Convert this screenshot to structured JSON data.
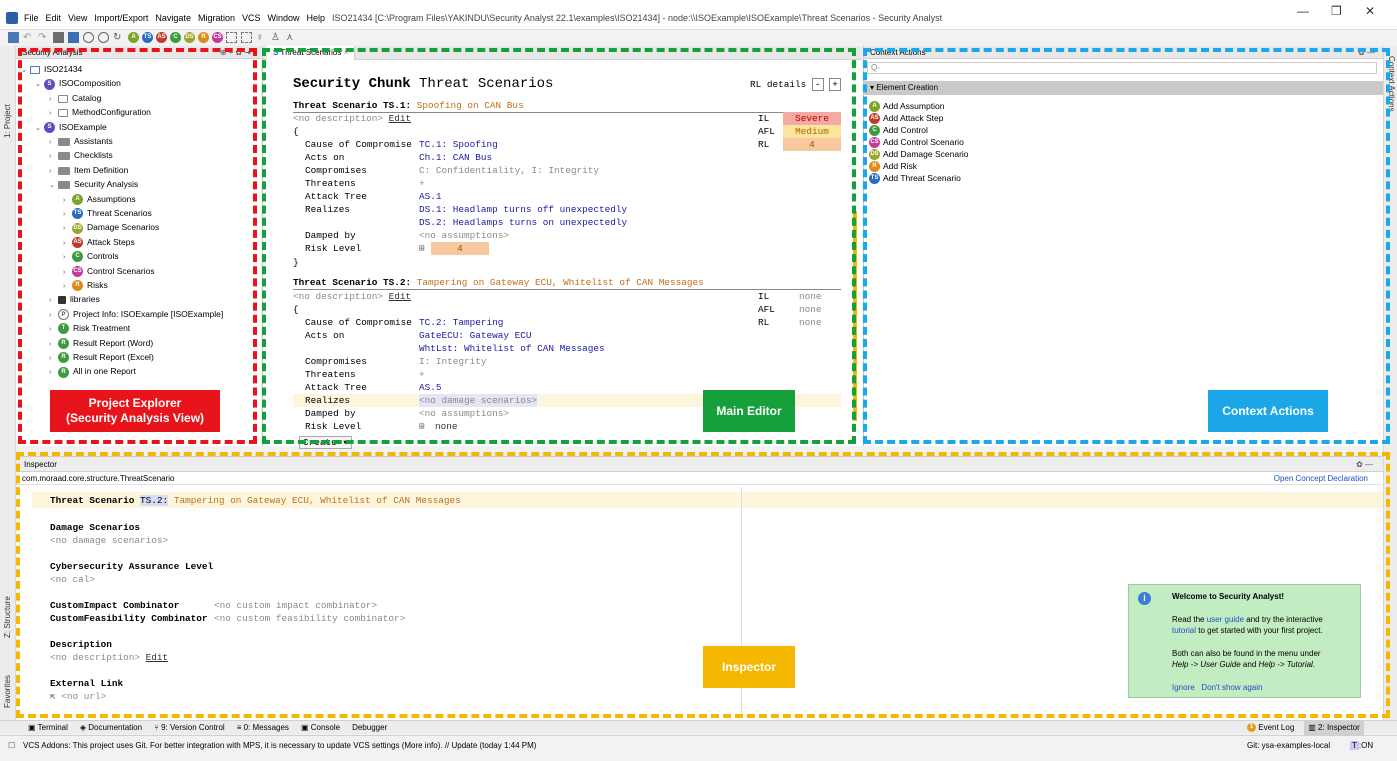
{
  "window": {
    "title": "ISO21434 [C:\\Program Files\\YAKINDU\\Security Analyst 22.1\\examples\\ISO21434] - node:\\\\ISOExample\\ISOExample\\Threat Scenarios - Security Analyst",
    "menu": [
      "File",
      "Edit",
      "View",
      "Import/Export",
      "Navigate",
      "Migration",
      "VCS",
      "Window",
      "Help"
    ],
    "controls": [
      "—",
      "❐",
      "✕"
    ]
  },
  "side_tabs": {
    "project": "1: Project",
    "structure": "Z: Structure",
    "favorites": "Favorites",
    "context_actions": "Context Actions"
  },
  "project_explorer": {
    "header": "Security Analysis",
    "tree": [
      {
        "label": "ISO21434",
        "indent": 0,
        "arrow": "v",
        "icon": "proj"
      },
      {
        "label": "ISOComposition",
        "indent": 1,
        "arrow": "v",
        "icon": "S"
      },
      {
        "label": "Catalog",
        "indent": 2,
        "arrow": ">",
        "icon": "M"
      },
      {
        "label": "MethodConfiguration",
        "indent": 2,
        "arrow": ">",
        "icon": "M"
      },
      {
        "label": "ISOExample",
        "indent": 1,
        "arrow": "v",
        "icon": "S"
      },
      {
        "label": "Assistants",
        "indent": 2,
        "arrow": ">",
        "icon": "folder"
      },
      {
        "label": "Checklists",
        "indent": 2,
        "arrow": ">",
        "icon": "folder"
      },
      {
        "label": "Item Definition",
        "indent": 2,
        "arrow": ">",
        "icon": "folder"
      },
      {
        "label": "Security Analysis",
        "indent": 2,
        "arrow": "v",
        "icon": "folder"
      },
      {
        "label": "Assumptions",
        "indent": 3,
        "arrow": ">",
        "icon": "A"
      },
      {
        "label": "Threat Scenarios",
        "indent": 3,
        "arrow": ">",
        "icon": "TS",
        "selected": true
      },
      {
        "label": "Damage Scenarios",
        "indent": 3,
        "arrow": ">",
        "icon": "DS"
      },
      {
        "label": "Attack Steps",
        "indent": 3,
        "arrow": ">",
        "icon": "AS"
      },
      {
        "label": "Controls",
        "indent": 3,
        "arrow": ">",
        "icon": "C"
      },
      {
        "label": "Control Scenarios",
        "indent": 3,
        "arrow": ">",
        "icon": "CS"
      },
      {
        "label": "Risks",
        "indent": 3,
        "arrow": ">",
        "icon": "R"
      },
      {
        "label": "libraries",
        "indent": 2,
        "arrow": ">",
        "icon": "lib"
      },
      {
        "label": "Project Info: ISOExample [ISOExample]",
        "indent": 2,
        "arrow": ">",
        "icon": "P"
      },
      {
        "label": "Risk Treatment",
        "indent": 2,
        "arrow": ">",
        "icon": "T"
      },
      {
        "label": "Result Report (Word)",
        "indent": 2,
        "arrow": ">",
        "icon": "Rg"
      },
      {
        "label": "Result Report (Excel)",
        "indent": 2,
        "arrow": ">",
        "icon": "Rg"
      },
      {
        "label": "All in one Report",
        "indent": 2,
        "arrow": ">",
        "icon": "Rg"
      }
    ]
  },
  "editor": {
    "tab": "Threat Scenarios",
    "chunk_kw": "Security Chunk",
    "chunk_name": "Threat Scenarios",
    "rl_details": "RL details",
    "ts1": {
      "head_kw": "Threat Scenario TS.1:",
      "head_name": "Spoofing on CAN Bus",
      "nodesc": "<no description>",
      "edit": "Edit",
      "brace_open": "{",
      "brace_close": "}",
      "il_label": "IL",
      "il_value": "Severe",
      "afl_label": "AFL",
      "afl_value": "Medium",
      "rl_label": "RL",
      "rl_value": "4",
      "rows": [
        [
          "Cause of Compromise",
          "TC.1: Spoofing"
        ],
        [
          "Acts on",
          "Ch.1: CAN Bus"
        ],
        [
          "Compromises",
          "C: Confidentiality, I: Integrity"
        ],
        [
          "Threatens",
          "+"
        ],
        [
          "Attack Tree",
          "AS.1"
        ],
        [
          "Realizes",
          "DS.1: Headlamp turns off unexpectedly"
        ],
        [
          "",
          "DS.2: Headlamps turns on unexpectedly"
        ],
        [
          "Damped by",
          "<no assumptions>"
        ],
        [
          "Risk Level",
          "4"
        ]
      ]
    },
    "ts2": {
      "head_kw": "Threat Scenario TS.2:",
      "head_name": "Tampering on Gateway ECU, Whitelist of CAN Messages",
      "nodesc": "<no description>",
      "edit": "Edit",
      "brace_open": "{",
      "il_label": "IL",
      "il_value": "none",
      "afl_label": "AFL",
      "afl_value": "none",
      "rl_label": "RL",
      "rl_value": "none",
      "rows": [
        [
          "Cause of Compromise",
          "TC.2: Tampering"
        ],
        [
          "Acts on",
          "GateECU: Gateway ECU"
        ],
        [
          "",
          "WhtLst: Whitelist of CAN Messages"
        ],
        [
          "Compromises",
          "I: Integrity"
        ],
        [
          "Threatens",
          "+"
        ],
        [
          "Attack Tree",
          "AS.5"
        ],
        [
          "Realizes",
          "<no damage scenarios>"
        ],
        [
          "Damped by",
          "<no assumptions>"
        ],
        [
          "Risk Level",
          "none"
        ]
      ]
    },
    "create": "Create ▾"
  },
  "context_actions": {
    "header": "Context Actions",
    "search_placeholder": "Q-",
    "group": "Element Creation",
    "items": [
      {
        "label": "Add Assumption",
        "icon": "A",
        "color": "#7aa52a"
      },
      {
        "label": "Add Attack Step",
        "icon": "AS",
        "color": "#c0392b"
      },
      {
        "label": "Add Control",
        "icon": "C",
        "color": "#3e9a3e"
      },
      {
        "label": "Add Control Scenario",
        "icon": "CS",
        "color": "#c23a9a"
      },
      {
        "label": "Add Damage Scenario",
        "icon": "DS",
        "color": "#9aa52a"
      },
      {
        "label": "Add Risk",
        "icon": "R",
        "color": "#e08a1a"
      },
      {
        "label": "Add Threat Scenario",
        "icon": "TS",
        "color": "#2a6ac0"
      }
    ]
  },
  "inspector": {
    "header": "Inspector",
    "concept": "com.moraad.core.structure.ThreatScenario",
    "open_concept": "Open Concept Declaration",
    "head_kw": "Threat Scenario",
    "head_id": "TS.2:",
    "head_name": "Tampering on Gateway ECU, Whitelist of CAN Messages",
    "damage_label": "Damage Scenarios",
    "damage_value": "<no damage scenarios>",
    "cal_label": "Cybersecurity Assurance Level",
    "cal_value": "<no cal>",
    "impact_label": "CustomImpact Combinator",
    "impact_value": "<no custom impact combinator>",
    "feas_label": "CustomFeasibility Combinator",
    "feas_value": "<no custom feasibility combinator>",
    "desc_label": "Description",
    "desc_value": "<no description>",
    "desc_edit": "Edit",
    "link_label": "External Link",
    "link_value": "<no url>"
  },
  "notification": {
    "title": "Welcome to Security Analyst!",
    "line1a": "Read the ",
    "user_guide": "user guide",
    "line1b": " and try the interactive",
    "tutorial": "tutorial",
    "line2": " to get started with your first project.",
    "line3": "Both can also be found in the menu under",
    "line4a": "Help -> User Guide",
    "line4b": " and ",
    "line4c": "Help -> Tutorial.",
    "ignore": "Ignore",
    "dont_show": "Don't show again"
  },
  "annotations": {
    "project_explorer": "Project Explorer\n(Security Analysis View)",
    "main_editor": "Main Editor",
    "context_actions": "Context Actions",
    "inspector": "Inspector",
    "colors": {
      "red": "#e8141b",
      "green": "#16a03c",
      "blue": "#1ba7e8",
      "yellow": "#f5b800"
    }
  },
  "bottom_tabs": {
    "left": [
      "Terminal",
      "Documentation",
      "9: Version Control",
      "0: Messages",
      "Console",
      "Debugger"
    ],
    "event_log": "Event Log",
    "inspector": "2: Inspector"
  },
  "status": {
    "text": "VCS Addons: This project uses Git. For better integration with MPS, it is necessary to update VCS settings (More info). // Update (today 1:44 PM)",
    "git": "Git: ysa-examples-local",
    "on": ":ON"
  }
}
